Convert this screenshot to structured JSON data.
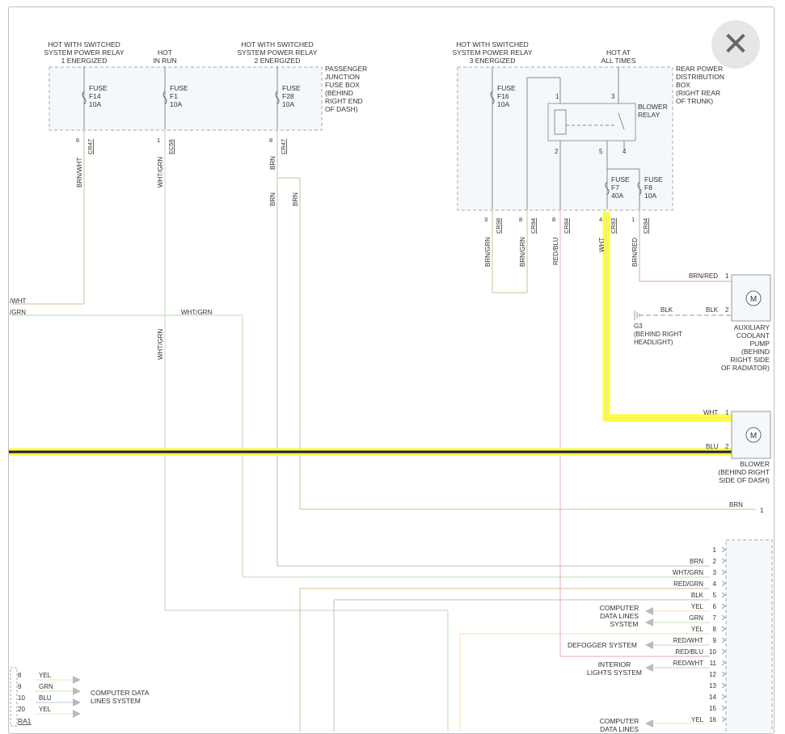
{
  "close_button": {
    "glyph": "✕",
    "icon": "close-icon"
  },
  "headers": {
    "pjb_relay1": [
      "HOT WITH SWITCHED",
      "SYSTEM POWER RELAY",
      "1 ENERGIZED"
    ],
    "pjb_run": [
      "HOT",
      "IN RUN"
    ],
    "pjb_relay2": [
      "HOT WITH SWITCHED",
      "SYSTEM POWER RELAY",
      "2 ENERGIZED"
    ],
    "rpd_relay3": [
      "HOT WITH SWITCHED",
      "SYSTEM POWER RELAY",
      "3 ENERGIZED"
    ],
    "rpd_hot": [
      "HOT AT",
      "ALL TIMES"
    ]
  },
  "boxes": {
    "pjb": [
      "PASSENGER",
      "JUNCTION",
      "FUSE BOX",
      "(BEHIND",
      "RIGHT END",
      "OF DASH)"
    ],
    "rpd": [
      "REAR POWER",
      "DISTRIBUTION",
      "BOX",
      "(RIGHT REAR",
      "OF TRUNK)"
    ]
  },
  "fuses": {
    "f14": [
      "FUSE",
      "F14",
      "10A"
    ],
    "f1": [
      "FUSE",
      "F1",
      "10A"
    ],
    "f28": [
      "FUSE",
      "F28",
      "10A"
    ],
    "f16": [
      "FUSE",
      "F16",
      "10A"
    ],
    "f7": [
      "FUSE",
      "F7",
      "40A"
    ],
    "f8": [
      "FUSE",
      "F8",
      "10A"
    ]
  },
  "relay": {
    "label": [
      "BLOWER",
      "RELAY"
    ],
    "pins": [
      "1",
      "3",
      "2",
      "5",
      "4"
    ]
  },
  "connector_pins": {
    "c1": {
      "pin": "6",
      "conn": "CR47"
    },
    "c2": {
      "pin": "1",
      "conn": "EC56"
    },
    "c3": {
      "pin": "8",
      "conn": "CR47"
    },
    "c4": {
      "pin": "3",
      "conn": "CR98"
    },
    "c5": {
      "pin": "8",
      "conn": "CR84"
    },
    "c6": {
      "pin": "8",
      "conn": "CR84"
    },
    "c7": {
      "pin": "4",
      "conn": "CR83"
    },
    "c8": {
      "pin": "1",
      "conn": "CR84"
    }
  },
  "wires": {
    "w_brnwht": "BRN/WHT",
    "w_whtgrn_v": "WHT/GRN",
    "w_brn_a": "BRN",
    "w_brn_b": "BRN",
    "w_brngrn_a": "BRN/GRN",
    "w_brngrn_b": "BRN/GRN",
    "w_redblu": "RED/BLU",
    "w_wht": "WHT",
    "w_brnred": "BRN/RED",
    "left_wht": "/WHT",
    "left_grn": "/GRN",
    "w_whtgrn_h": "WHT/GRN",
    "w_whtgrn_v2": "WHT/GRN"
  },
  "aux_pump": {
    "pin1_wire": "BRN/RED",
    "pin1": "1",
    "pin2_wire": "BLK",
    "pin2": "2",
    "gnd_wire": "BLK",
    "ground": [
      "G3",
      "(BEHIND RIGHT",
      "HEADLIGHT)"
    ],
    "label": [
      "AUXILIARY",
      "COOLANT",
      "PUMP",
      "(BEHIND",
      "RIGHT SIDE",
      "OF RADIATOR)"
    ],
    "motor": "M"
  },
  "blower": {
    "pin1_wire": "WHT",
    "pin1": "1",
    "pin2_wire": "BLU",
    "pin2": "2",
    "label": [
      "BLOWER",
      "(BEHIND RIGHT",
      "SIDE OF DASH)"
    ],
    "motor": "M"
  },
  "brn_pin1": {
    "wire": "BRN",
    "pin": "1"
  },
  "connector_rows": [
    {
      "pin": "1",
      "wire": ""
    },
    {
      "pin": "2",
      "wire": "BRN"
    },
    {
      "pin": "3",
      "wire": "WHT/GRN"
    },
    {
      "pin": "4",
      "wire": "RED/GRN"
    },
    {
      "pin": "5",
      "wire": "BLK"
    },
    {
      "pin": "6",
      "wire": "YEL"
    },
    {
      "pin": "7",
      "wire": "GRN"
    },
    {
      "pin": "8",
      "wire": "YEL"
    },
    {
      "pin": "9",
      "wire": "RED/WHT"
    },
    {
      "pin": "10",
      "wire": "RED/BLU"
    },
    {
      "pin": "11",
      "wire": "RED/WHT"
    },
    {
      "pin": "12",
      "wire": ""
    },
    {
      "pin": "13",
      "wire": ""
    },
    {
      "pin": "14",
      "wire": ""
    },
    {
      "pin": "15",
      "wire": ""
    },
    {
      "pin": "16",
      "wire": "YEL"
    }
  ],
  "destinations": {
    "computer_data_lines": [
      "COMPUTER",
      "DATA LINES",
      "SYSTEM"
    ],
    "defogger": "DEFOGGER SYSTEM",
    "interior_lights": [
      "INTERIOR",
      "LIGHTS SYSTEM"
    ],
    "computer_data_lines_2": [
      "COMPUTER",
      "DATA LINES"
    ]
  },
  "ra1": {
    "rows": [
      {
        "pin": "8",
        "wire": "YEL"
      },
      {
        "pin": "9",
        "wire": "GRN"
      },
      {
        "pin": "10",
        "wire": "BLU"
      },
      {
        "pin": "20",
        "wire": "YEL"
      }
    ],
    "dest": [
      "COMPUTER DATA",
      "LINES SYSTEM"
    ],
    "name": "RA1"
  },
  "colors": {
    "highlight": "#ffff33",
    "brn": "#d9c9a9",
    "grn": "#c8e2c0",
    "pink": "#e8b8d8",
    "line": "#888888",
    "box_fill": "#f4f8fb"
  }
}
